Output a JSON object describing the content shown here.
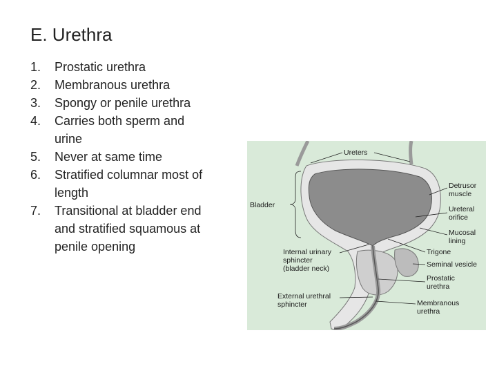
{
  "slide": {
    "title": "E.  Urethra",
    "items": [
      {
        "num": "1.",
        "text": "Prostatic urethra"
      },
      {
        "num": "2.",
        "text": "Membranous urethra"
      },
      {
        "num": "3.",
        "text": "Spongy or penile urethra"
      },
      {
        "num": "4.",
        "text": "Carries both sperm and urine"
      },
      {
        "num": "5.",
        "text": "Never at same time"
      },
      {
        "num": "6.",
        "text": "Stratified columnar most of length"
      },
      {
        "num": "7.",
        "text": "Transitional at bladder end and stratified squamous at penile opening"
      }
    ]
  },
  "figure": {
    "labels": {
      "ureters": "Ureters",
      "bladder": "Bladder",
      "detrusor_1": "Detrusor",
      "detrusor_2": "muscle",
      "ureteral_1": "Ureteral",
      "ureteral_2": "orifice",
      "mucosal_1": "Mucosal",
      "mucosal_2": "lining",
      "trigone": "Trigone",
      "seminal": "Seminal vesicle",
      "prostatic_1": "Prostatic",
      "prostatic_2": "urethra",
      "internal_1": "Internal urinary",
      "internal_2": "sphincter",
      "internal_3": "(bladder neck)",
      "external_1": "External urethral",
      "external_2": "sphincter",
      "membranous_1": "Membranous",
      "membranous_2": "urethra"
    },
    "colors": {
      "background": "#d9ead9",
      "bladder_wall": "#e6e6e6",
      "bladder_inner": "#8c8c8c",
      "leader_line": "#222222"
    }
  }
}
